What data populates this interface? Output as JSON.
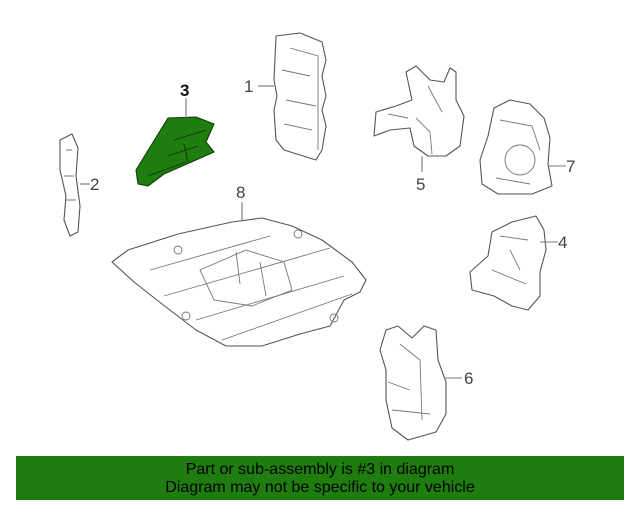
{
  "callouts": {
    "c1": "1",
    "c2": "2",
    "c3": "3",
    "c4": "4",
    "c5": "5",
    "c6": "6",
    "c7": "7",
    "c8": "8"
  },
  "highlighted_part": "3",
  "colors": {
    "highlight": "#1e7d0e",
    "banner": "#1e7d0e"
  },
  "banner": {
    "line1": "Part or sub-assembly is #3 in diagram",
    "line2": "Diagram may not be specific to your vehicle"
  }
}
